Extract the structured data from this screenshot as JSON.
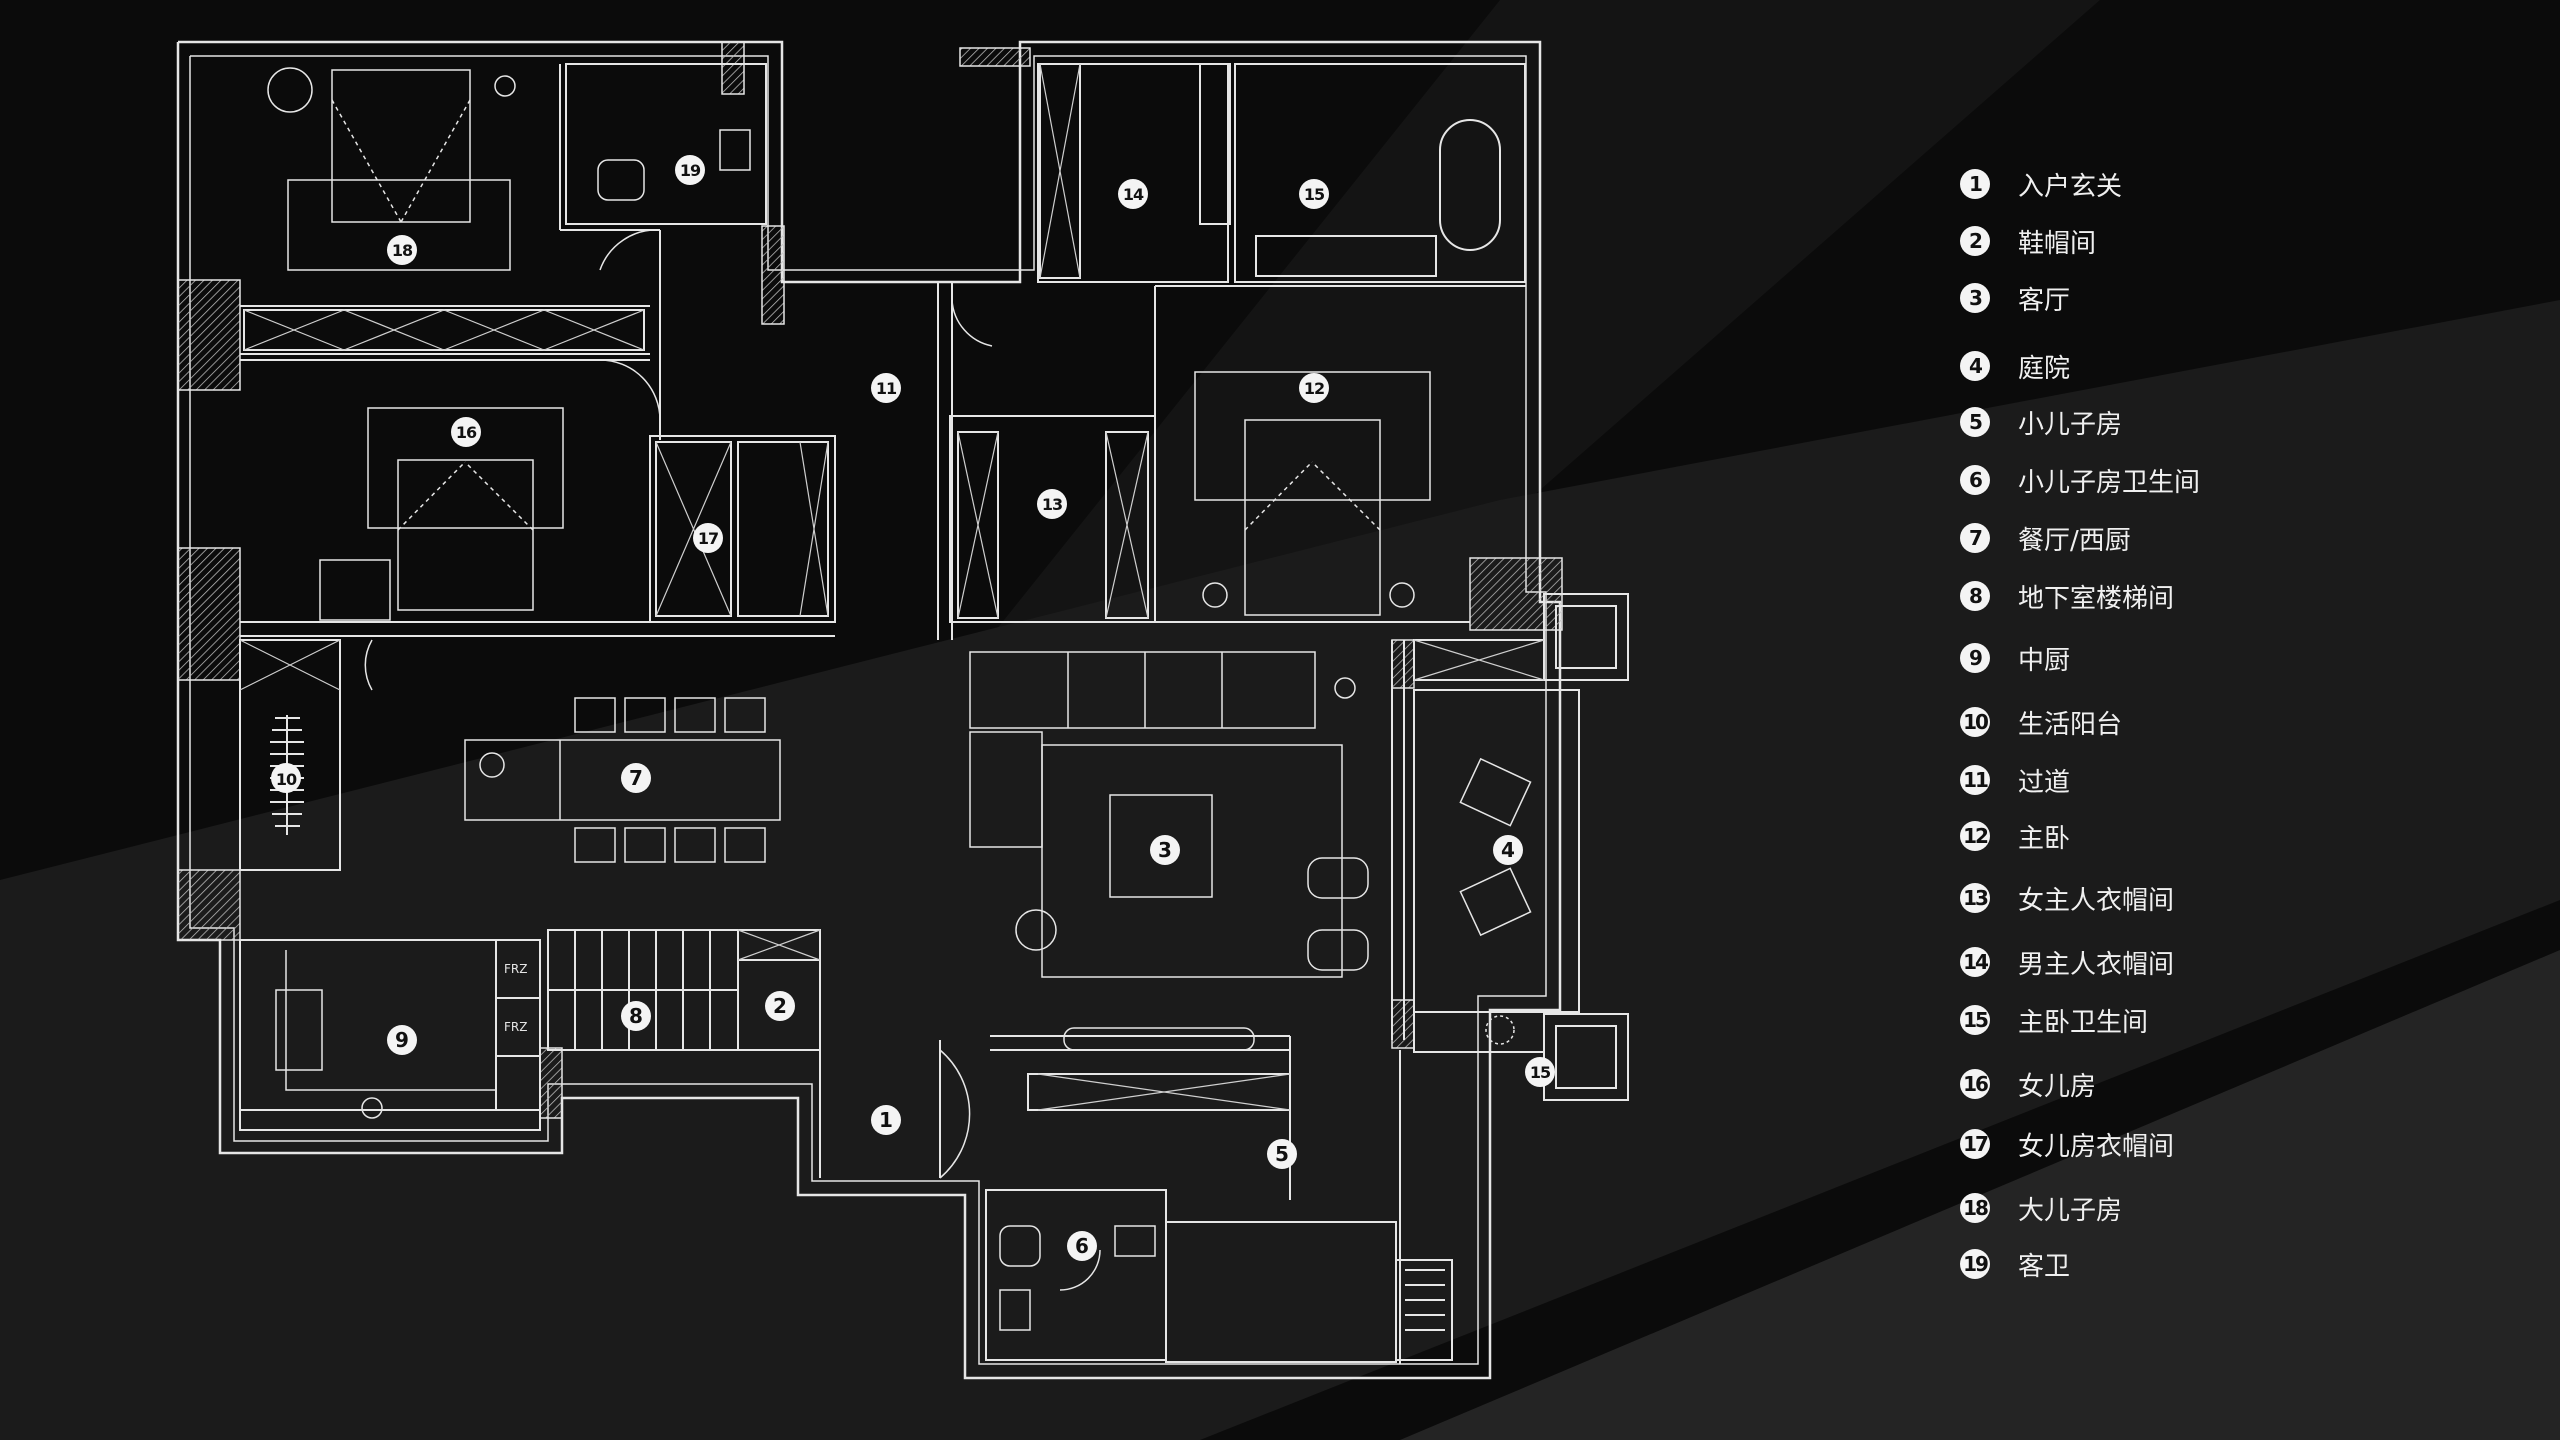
{
  "theme": {
    "background": "#0b0b0b",
    "band": "#1d1d1d",
    "line": "#e6e6e6",
    "badge_fill": "#f4f4f4",
    "badge_text": "#111111"
  },
  "legend": [
    {
      "num": "1",
      "label": "入户玄关"
    },
    {
      "num": "2",
      "label": "鞋帽间"
    },
    {
      "num": "3",
      "label": "客厅"
    },
    {
      "num": "4",
      "label": "庭院"
    },
    {
      "num": "5",
      "label": "小儿子房"
    },
    {
      "num": "6",
      "label": "小儿子房卫生间"
    },
    {
      "num": "7",
      "label": "餐厅/西厨"
    },
    {
      "num": "8",
      "label": "地下室楼梯间"
    },
    {
      "num": "9",
      "label": "中厨"
    },
    {
      "num": "10",
      "label": "生活阳台"
    },
    {
      "num": "11",
      "label": "过道"
    },
    {
      "num": "12",
      "label": "主卧"
    },
    {
      "num": "13",
      "label": "女主人衣帽间"
    },
    {
      "num": "14",
      "label": "男主人衣帽间"
    },
    {
      "num": "15",
      "label": "主卧卫生间"
    },
    {
      "num": "16",
      "label": "女儿房"
    },
    {
      "num": "17",
      "label": "女儿房衣帽间"
    },
    {
      "num": "18",
      "label": "大儿子房"
    },
    {
      "num": "19",
      "label": "客卫"
    }
  ],
  "plan_badges": [
    "1",
    "2",
    "3",
    "4",
    "5",
    "6",
    "7",
    "8",
    "9",
    "10",
    "11",
    "12",
    "13",
    "14",
    "15",
    "15",
    "16",
    "17",
    "18",
    "19"
  ],
  "fridge_labels": [
    "FRZ",
    "FRZ"
  ]
}
